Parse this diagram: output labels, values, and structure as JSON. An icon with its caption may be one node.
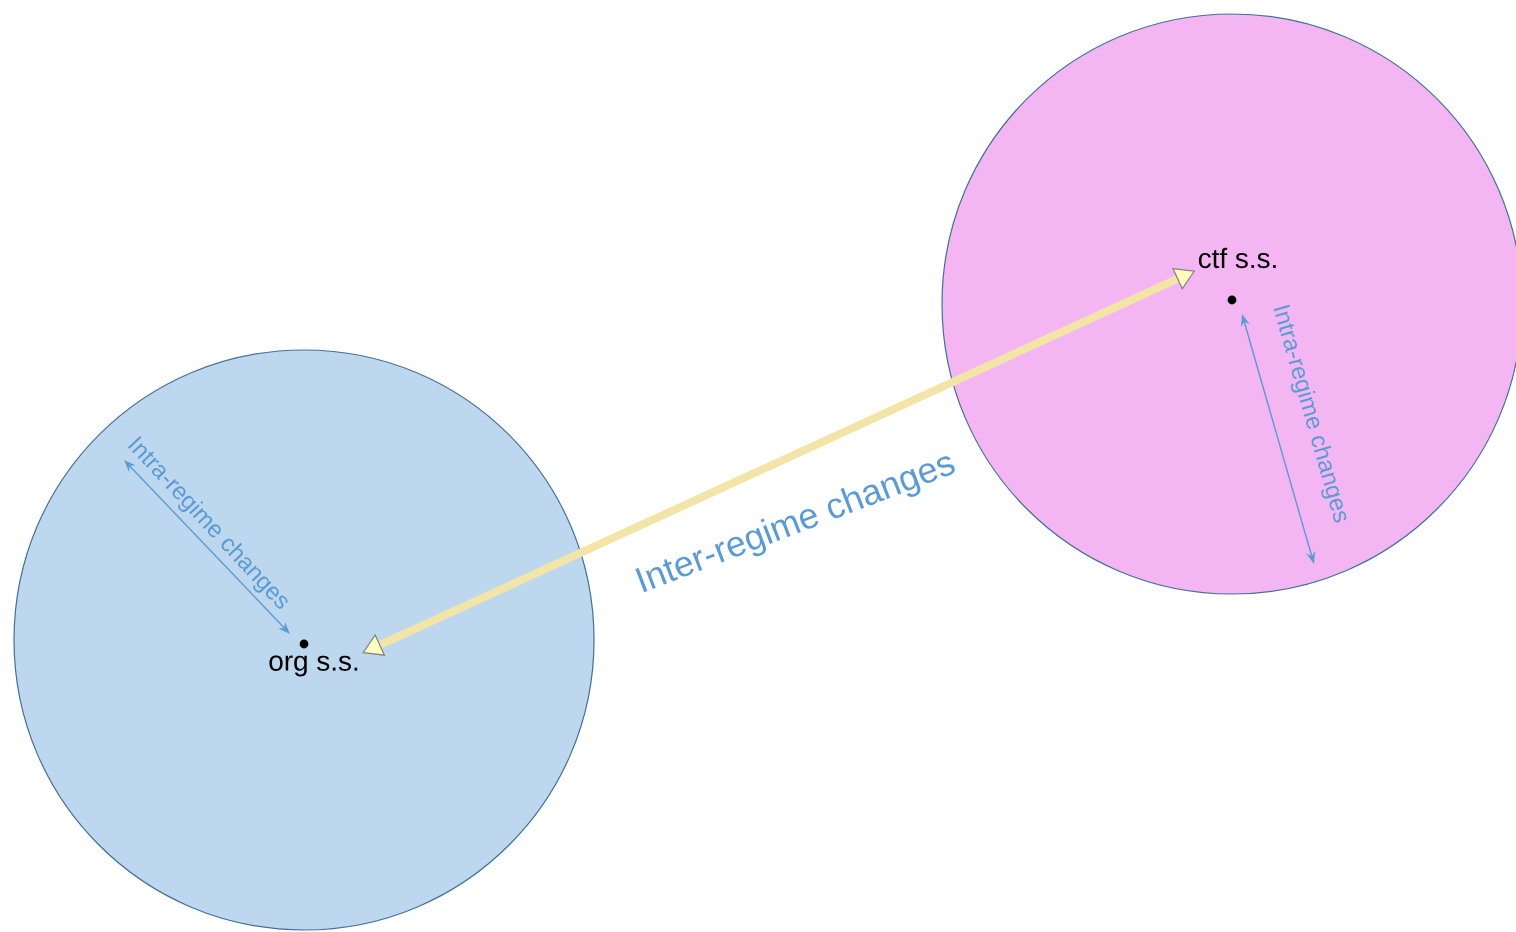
{
  "diagram": {
    "nodes": [
      {
        "text": [],
        "shape": "circle"
      },
      {
        "text": [],
        "shape": "circle"
      },
      {
        "text": [
          "org s.s."
        ],
        "in": 0
      },
      {
        "text": [
          "ctf  s.s."
        ],
        "in": 1
      }
    ],
    "edges": [
      {
        "from": 2,
        "to": 3,
        "arrow": "both",
        "label": "Inter-regime changes"
      }
    ],
    "labels": [
      "Intra-regime changes",
      "Intra-regime changes"
    ]
  }
}
